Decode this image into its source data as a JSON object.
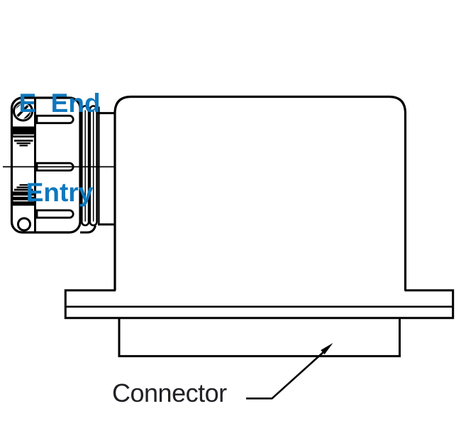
{
  "diagram": {
    "title_label": {
      "line1": "E  End",
      "line2": "Entry"
    },
    "part_label": "Connector"
  },
  "colors": {
    "title_label": "#0e78be",
    "part_label": "#212126",
    "line": "#000000"
  }
}
